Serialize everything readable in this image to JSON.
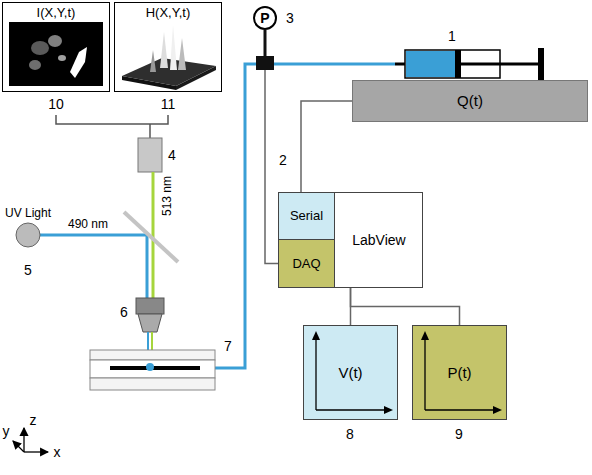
{
  "diagram": {
    "nodes": [
      {
        "text": [
          "I(X,Y,t)"
        ]
      },
      {
        "text": [
          "H(X,Y,t)"
        ]
      },
      {
        "text": [
          "P"
        ]
      },
      {
        "text": [
          "Q(t)"
        ]
      },
      {
        "text": [
          "UV Light"
        ]
      },
      {
        "text": [
          "LabView"
        ]
      },
      {
        "text": [
          "Serial"
        ],
        "in": 5
      },
      {
        "text": [
          "DAQ"
        ],
        "in": 5
      },
      {
        "text": [
          "V(t)"
        ]
      },
      {
        "text": [
          "P(t)"
        ]
      }
    ],
    "edges": [
      {
        "from": 3,
        "to": 6,
        "arrow": "none"
      },
      {
        "from": 2,
        "to": 7,
        "arrow": "none"
      },
      {
        "from": 5,
        "to": 8,
        "arrow": "none"
      },
      {
        "from": 5,
        "to": 9,
        "arrow": "none"
      }
    ],
    "labels": [
      "10",
      "11",
      "4",
      "513 nm",
      "490 nm",
      "5",
      "6",
      "7",
      "3",
      "1",
      "2",
      "8",
      "9",
      "x",
      "y",
      "z"
    ]
  }
}
